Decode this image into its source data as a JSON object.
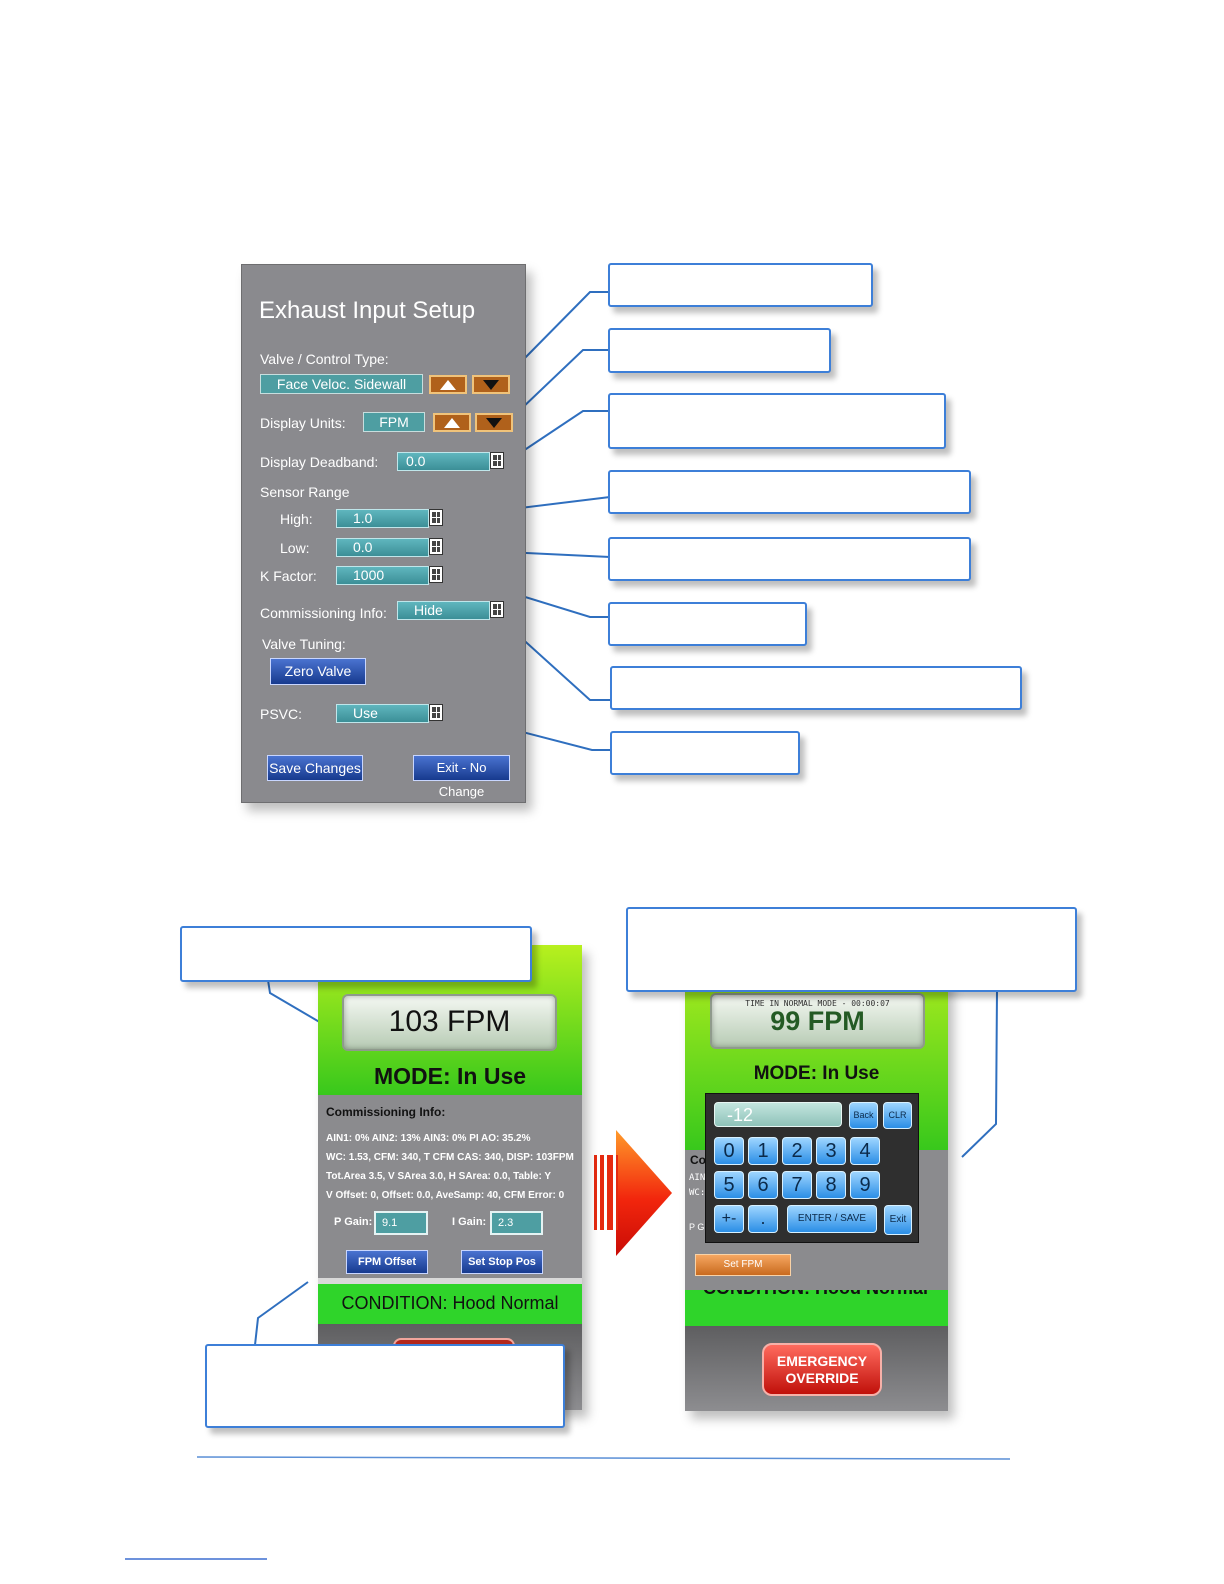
{
  "setup_panel": {
    "title": "Exhaust Input Setup",
    "valve_control_label": "Valve / Control Type:",
    "valve_control_value": "Face Veloc. Sidewall",
    "display_units_label": "Display Units:",
    "display_units_value": "FPM",
    "deadband_label": "Display Deadband:",
    "deadband_value": "0.0",
    "sensor_range_label": "Sensor Range",
    "high_label": "High:",
    "high_value": "1.0",
    "low_label": "Low:",
    "low_value": "0.0",
    "k_factor_label": "K Factor:",
    "k_factor_value": "1000",
    "commissioning_label": "Commissioning Info:",
    "commissioning_value": "Hide",
    "valve_tuning_label": "Valve Tuning:",
    "zero_valve_label": "Zero Valve",
    "psvc_label": "PSVC:",
    "psvc_value": "Use",
    "save_label": "Save Changes",
    "exit_label": "Exit - No Change"
  },
  "screen1": {
    "display_value": "103 FPM",
    "mode": "MODE: In Use",
    "commissioning_title": "Commissioning Info:",
    "lines": [
      "AIN1: 0%  AIN2: 13%   AIN3: 0%    PI AO: 35.2%",
      "WC: 1.53,  CFM: 340, T CFM CAS: 340, DISP: 103FPM",
      "Tot.Area 3.5, V SArea 3.0, H SArea: 0.0, Table: Y",
      "V Offset: 0, Offset: 0.0, AveSamp: 40, CFM Error: 0"
    ],
    "p_gain_label": "P Gain:",
    "p_gain_value": "9.1",
    "i_gain_label": "I Gain:",
    "i_gain_value": "2.3",
    "fpm_offset_label": "FPM Offset",
    "set_stop_label": "Set Stop Pos [0]",
    "condition": "CONDITION: Hood Normal"
  },
  "screen2": {
    "time_text": "TIME IN NORMAL MODE - 00:00:07",
    "display_value": "99 FPM",
    "mode": "MODE: In Use",
    "entry_value": "-12",
    "back_label": "Back",
    "clr_label": "CLR",
    "keys_row1": [
      "0",
      "1",
      "2",
      "3",
      "4"
    ],
    "keys_row2": [
      "5",
      "6",
      "7",
      "8",
      "9"
    ],
    "plusminus_label": "+-",
    "dot_label": ".",
    "enter_label": "ENTER / SAVE",
    "exit_label": "Exit",
    "set_fpm_label": "Set FPM",
    "partial_left": [
      "Co",
      "AIN",
      "WC:",
      "P G"
    ],
    "condition_partial": "CONDITION: Hood Normal",
    "emergency_line1": "EMERGENCY",
    "emergency_line2": "OVERRIDE"
  },
  "colors": {
    "callout_border": "#3d7fd8",
    "panel_gray": "#8a8a8e",
    "teal_field": "#4e9ea2",
    "screen_green": "#38c81c",
    "arrow_red": "#e81a0a"
  }
}
